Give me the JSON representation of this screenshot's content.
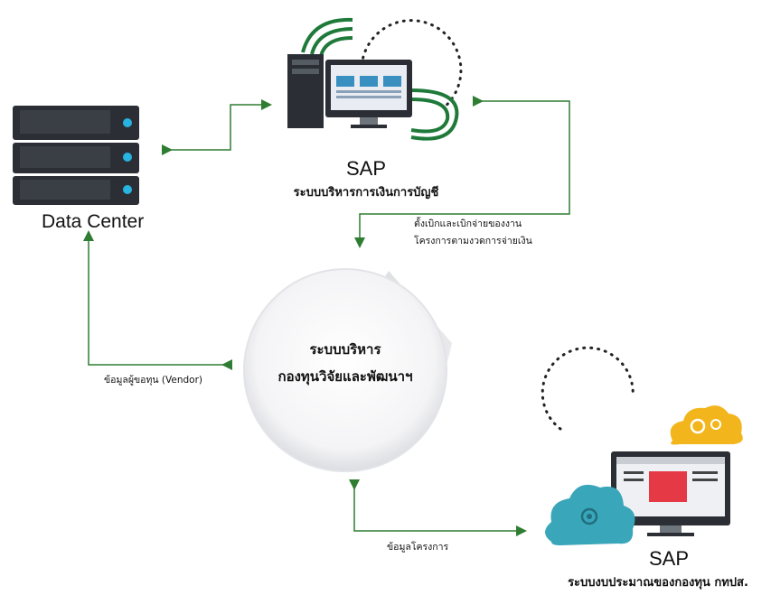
{
  "datacenter": {
    "label": "Data Center"
  },
  "sap_top": {
    "title": "SAP",
    "subtitle": "ระบบบริหารการเงินการบัญชี"
  },
  "annotation_top": {
    "line1": "ตั้งเบิกและเบิกจ่ายของงาน",
    "line2": "โครงการตามงวดการจ่ายเงิน"
  },
  "center": {
    "line1": "ระบบบริหาร",
    "line2": "กองทุนวิจัยและพัฒนาฯ"
  },
  "annotation_left": {
    "text": "ข้อมูลผู้ขอทุน (Vendor)"
  },
  "annotation_bottom": {
    "text": "ข้อมูลโครงการ"
  },
  "sap_bottom": {
    "title": "SAP",
    "subtitle": "ระบบงบประมาณของกองทุน กทปส."
  },
  "colors": {
    "arrow": "#2e7d32",
    "server": "#2b2f35",
    "cloud": "#3aa6b9",
    "gear_cloud": "#f2b51c"
  }
}
